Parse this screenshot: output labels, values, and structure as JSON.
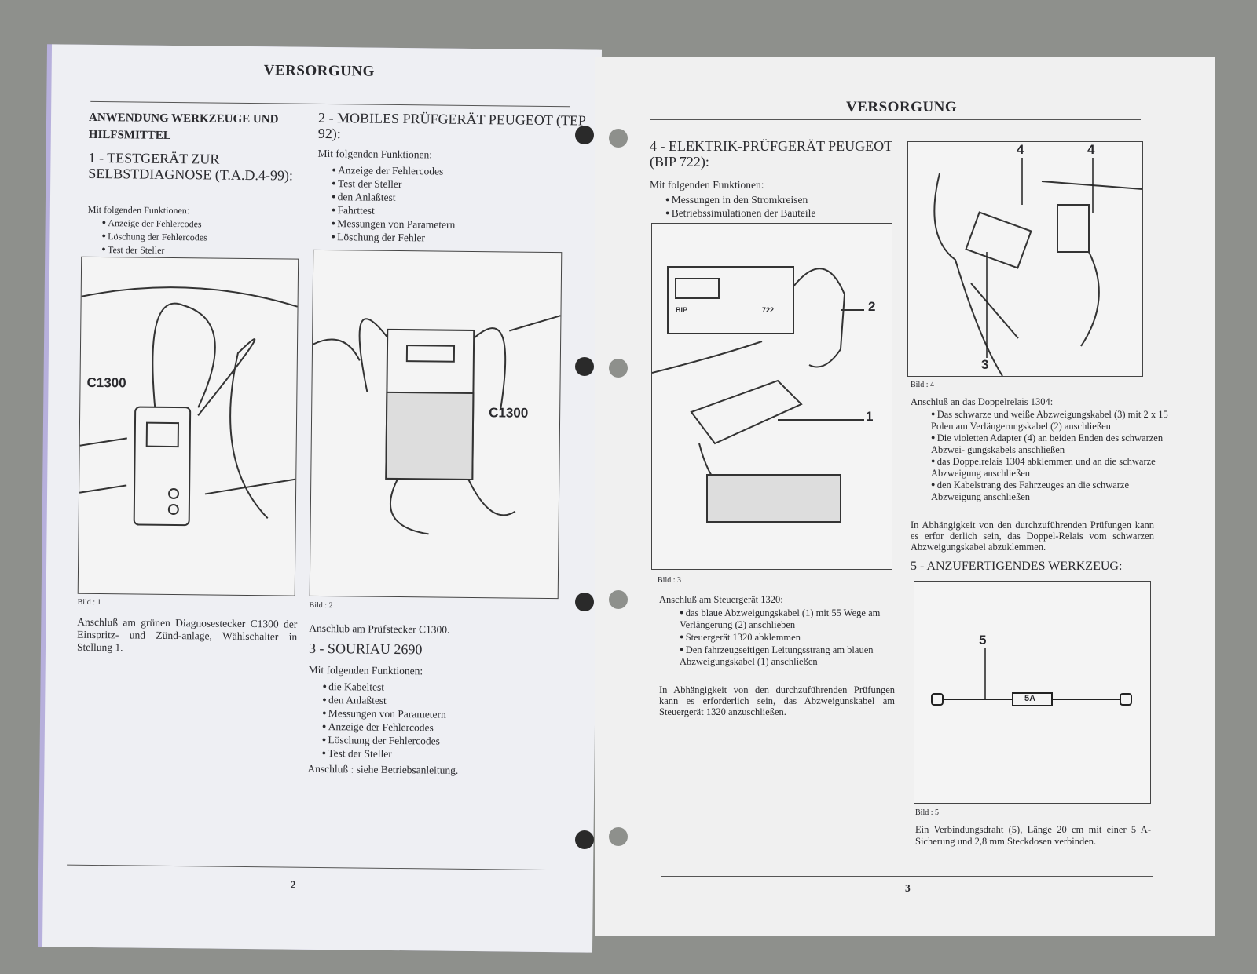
{
  "left_page": {
    "header": "VERSORGUNG",
    "section_title": "ANWENDUNG WERKZEUGE UND HILFSMITTEL",
    "item1": {
      "title": "1 - TESTGERÄT ZUR SELBSTDIAGNOSE (T.A.D.4-99):",
      "intro": "Mit folgenden Funktionen:",
      "bullets": [
        "Anzeige der Fehlercodes",
        "Löschung der Fehlercodes",
        "Test der Steller"
      ],
      "figure_label": "C1300",
      "caption": "Bild : 1",
      "text": "Anschluß am grünen Diagnosestecker C1300 der Einspritz- und Zünd-anlage, Wählschalter in Stellung 1."
    },
    "item2": {
      "title": "2 - MOBILES PRÜFGERÄT PEUGEOT (TEP 92):",
      "intro": "Mit folgenden Funktionen:",
      "bullets": [
        "Anzeige der Fehlercodes",
        "Test der Steller",
        "den Anlaßtest",
        "Fahrttest",
        "Messungen von Parametern",
        "Löschung der Fehler"
      ],
      "figure_label": "C1300",
      "caption": "Bild : 2",
      "text": "Anschlub am Prüfstecker C1300."
    },
    "item3": {
      "title": "3 - SOURIAU 2690",
      "intro": "Mit folgenden Funktionen:",
      "bullets": [
        "die Kabeltest",
        "den Anlaßtest",
        "Messungen von Parametern",
        "Anzeige der Fehlercodes",
        "Löschung der Fehlercodes",
        "Test der Steller"
      ],
      "text": "Anschluß : siehe Betriebsanleitung."
    },
    "page_number": "2"
  },
  "right_page": {
    "header": "VERSORGUNG",
    "item4": {
      "title": "4 - ELEKTRIK-PRÜFGERÄT PEUGEOT (BIP 722):",
      "intro": "Mit folgenden Funktionen:",
      "bullets": [
        "Messungen in den Stromkreisen",
        "Betriebssimulationen der Bauteile"
      ],
      "device_label": "BIP",
      "device_number": "722",
      "callout_1": "1",
      "callout_2": "2",
      "caption": "Bild : 3",
      "connection": "Anschluß am Steuergerät 1320:",
      "conn_bullets": [
        "das blaue Abzweigungskabel (1) mit 55 Wege am Verlängerung (2) anschlieben",
        "Steuergerät 1320 abklemmen",
        "Den fahrzeugseitigen Leitungsstrang am blauen Abzweigungskabel (1) anschließen"
      ],
      "note": "In Abhängigkeit von den durchzuführenden Prüfungen kann es erforderlich sein, das Abzweigunskabel am Steuergerät 1320 anzuschließen."
    },
    "fig4": {
      "callout_3": "3",
      "callout_4": "4",
      "caption": "Bild : 4",
      "connection": "Anschluß an das Doppelrelais 1304:",
      "bullets": [
        "Das schwarze und weiße Abzweigungskabel (3) mit 2 x 15 Polen am Verlängerungskabel (2) anschließen",
        "Die violetten Adapter (4) an beiden Enden des schwarzen Abzwei- gungskabels anschließen",
        "das Doppelrelais 1304 abklemmen und an die schwarze Abzweigung anschließen",
        "den Kabelstrang des Fahrzeuges an die schwarze Abzweigung anschließen"
      ],
      "note": "In Abhängigkeit von den durchzuführenden Prüfungen kann es erfor derlich sein, das Doppel-Relais vom schwarzen Abzweigungskabel abzuklemmen."
    },
    "item5": {
      "title": "5 - ANZUFERTIGENDES WERKZEUG:",
      "callout": "5",
      "fuse_label": "5A",
      "caption": "Bild : 5",
      "text": "Ein Verbindungsdraht (5), Länge 20 cm mit einer 5 A-Sicherung und 2,8 mm Steckdosen verbinden."
    },
    "page_number": "3"
  }
}
